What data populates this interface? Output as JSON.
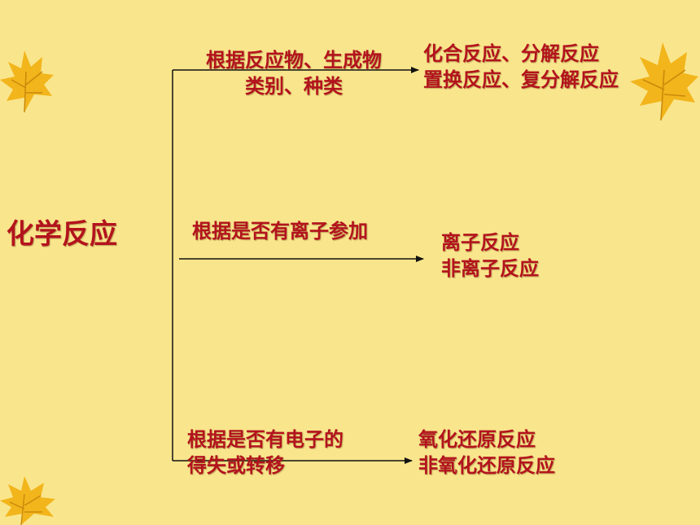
{
  "colors": {
    "background": "#f9e58c",
    "text": "#b3131d",
    "line": "#111111",
    "leaf_fill": "#f2b51b",
    "leaf_vein": "#c98a0c"
  },
  "diagram": {
    "root": "化学反应",
    "branches": [
      {
        "criterion": [
          "根据反应物、生成物",
          "类别、种类"
        ],
        "results": [
          "化合反应、分解反应",
          "置换反应、复分解反应"
        ]
      },
      {
        "criterion": [
          "根据是否有离子参加"
        ],
        "results": [
          "离子反应",
          "非离子反应"
        ]
      },
      {
        "criterion": [
          "根据是否有电子的",
          "得失或转移"
        ],
        "results": [
          "氧化还原反应",
          "非氧化还原反应"
        ]
      }
    ]
  },
  "decorations": [
    "maple-leaf-icon",
    "maple-leaf-icon",
    "maple-leaf-icon"
  ]
}
